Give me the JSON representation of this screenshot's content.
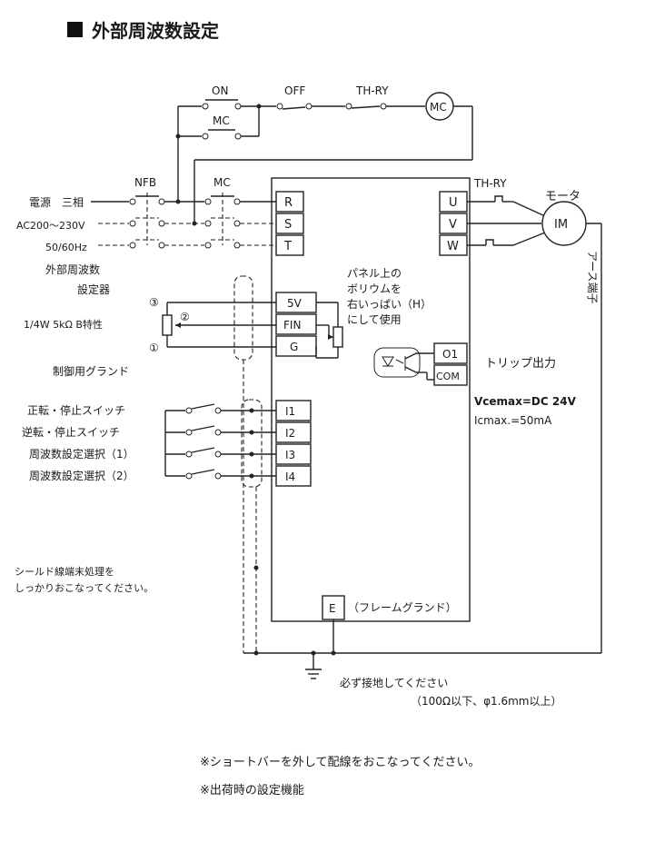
{
  "title": "外部周波数設定",
  "power": {
    "source_label": "電源　三相",
    "voltage": "AC200～230V",
    "frequency": "50/60Hz"
  },
  "control_circuit": {
    "on": "ON",
    "off": "OFF",
    "th_ry": "TH-RY",
    "mc_contact": "MC",
    "mc_coil": "MC"
  },
  "breakers": {
    "nfb": "NFB",
    "mc": "MC"
  },
  "inverter_terminals": {
    "input": [
      "R",
      "S",
      "T"
    ],
    "output": [
      "U",
      "V",
      "W"
    ],
    "control": [
      "5V",
      "FIN",
      "G"
    ],
    "inputs": [
      "I1",
      "I2",
      "I3",
      "I4"
    ],
    "trip": [
      "O1",
      "COM"
    ],
    "frame": "E"
  },
  "motor": {
    "th_ry": "TH-RY",
    "label": "モータ",
    "symbol": "IM",
    "earth": "アース端子"
  },
  "potentiometer": {
    "title_1": "外部周波数",
    "title_2": "設定器",
    "pin3": "③",
    "pin2": "②",
    "pin1": "①",
    "spec": "1/4W 5kΩ B特性"
  },
  "panel_note": [
    "パネル上の",
    "ボリウムを",
    "右いっぱい（H）",
    "にして使用"
  ],
  "trip": {
    "label": "トリップ出力",
    "spec_1": "Vcemax=DC 24V",
    "spec_2": "Icmax.=50mA"
  },
  "control_ground": "制御用グランド",
  "switches": [
    "正転・停止スイッチ",
    "逆転・停止スイッチ",
    "周波数設定選択（1）",
    "周波数設定選択（2）"
  ],
  "shield_note": [
    "シールド線端末処理を",
    "しっかりおこなってください。"
  ],
  "frame_ground": "（フレームグランド）",
  "earth_note": {
    "line_1": "必ず接地してください",
    "line_2": "（100Ω以下、φ1.6mm以上）"
  },
  "footnotes": [
    "※ショートバーを外して配線をおこなってください。",
    "※出荷時の設定機能"
  ]
}
